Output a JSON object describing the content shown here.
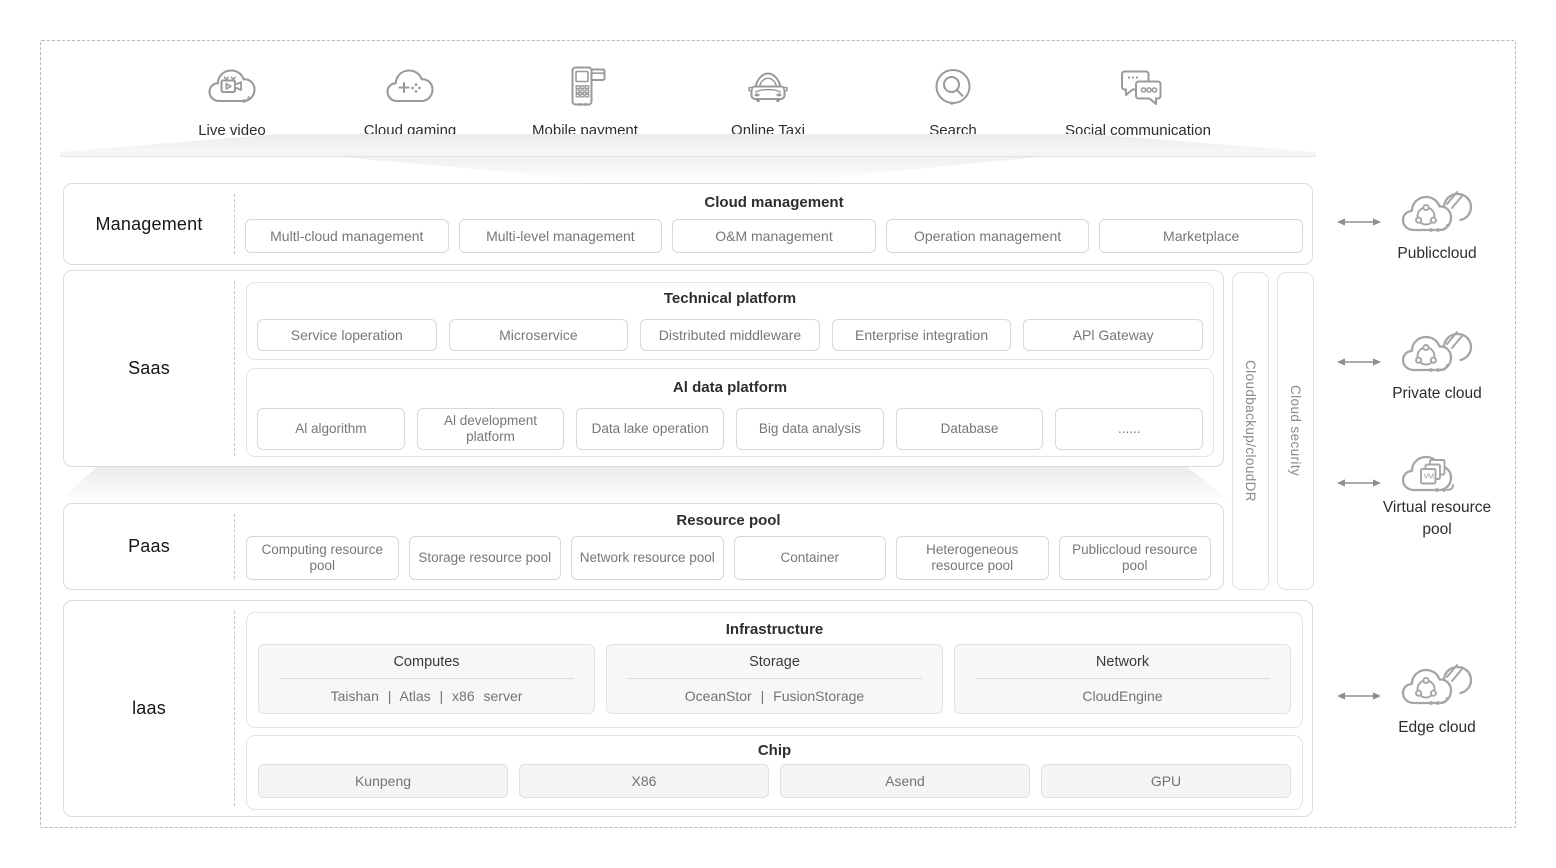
{
  "applications": {
    "items": [
      {
        "label": "Live video",
        "icon": "live-video-icon"
      },
      {
        "label": "Cloud gaming",
        "icon": "cloud-gaming-icon"
      },
      {
        "label": "Mobile payment",
        "icon": "mobile-payment-icon"
      },
      {
        "label": "Online Taxi",
        "icon": "online-taxi-icon"
      },
      {
        "label": "Search",
        "icon": "search-icon"
      },
      {
        "label": "Social communication",
        "icon": "social-communication-icon"
      }
    ]
  },
  "management_row": {
    "label": "Management",
    "title": "Cloud management",
    "items": [
      "Multl-cloud management",
      "Multi-level management",
      "O&M management",
      "Operation management",
      "Marketplace"
    ]
  },
  "saas_row": {
    "label": "Saas",
    "technical_platform": {
      "title": "Technical platform",
      "items": [
        "Service loperation",
        "Microservice",
        "Distributed middleware",
        "Enterprise integration",
        "APl Gateway"
      ]
    },
    "ai_data_platform": {
      "title": "Al data platform",
      "items": [
        "Al algorithm",
        "Al development platform",
        "Data lake operation",
        "Big data analysis",
        "Database",
        "......"
      ]
    }
  },
  "vertical_bars": {
    "cloudbackup": "Cloudbackup/cloudDR",
    "cloud_security": "Cloud security"
  },
  "paas_row": {
    "label": "Paas",
    "title": "Resource pool",
    "items": [
      "Computing resource pool",
      "Storage resource pool",
      "Network resource pool",
      "Container",
      "Heterogeneous resource pool",
      "Publiccloud resource pool"
    ]
  },
  "iaas_row": {
    "label": "laas",
    "infrastructure": {
      "title": "Infrastructure",
      "groups": [
        {
          "title": "Computes",
          "items": "Taishan | Atlas | x86 server"
        },
        {
          "title": "Storage",
          "items": "OceanStor | FusionStorage"
        },
        {
          "title": "Network",
          "items": "CloudEngine"
        }
      ]
    },
    "chip": {
      "title": "Chip",
      "items": [
        "Kunpeng",
        "X86",
        "Asend",
        "GPU"
      ]
    }
  },
  "external_clouds": {
    "items": [
      {
        "label": "Publiccloud",
        "icon": "hybrid-cloud-icon"
      },
      {
        "label": "Private cloud",
        "icon": "hybrid-cloud-icon"
      },
      {
        "label": "Virtual resource pool",
        "icon": "vm-cloud-icon"
      },
      {
        "label": "Edge cloud",
        "icon": "hybrid-cloud-icon"
      }
    ]
  },
  "colors": {
    "row_border": "#dadada",
    "box_border": "#d8d8d8",
    "title_text": "#2e2e2e",
    "body_text": "#76777a",
    "icon_stroke": "#9a9a9a",
    "group_fill": "#f7f7f7"
  }
}
